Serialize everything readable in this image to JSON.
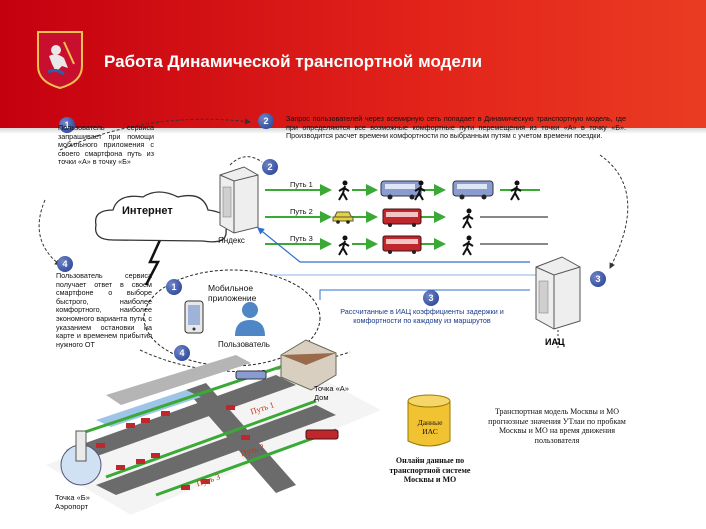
{
  "header": {
    "title": "Работа Динамической транспортной модели"
  },
  "steps": {
    "n1": "1",
    "n2": "2",
    "n3": "3",
    "n4": "4"
  },
  "texts": {
    "step1_text": "Пользователь сервиса запрашивает при помощи мобильного приложения с своего смартфона путь из точки «А» в точку «Б»",
    "step2_text": "Запрос пользователей через всемирную сеть попадает в Динамическую транспортную модель, где при определяются все возможные комфортные пути перемещения из точки «А» в точку «Б». Производится расчет времени комфортности по выбранным путям с учетом времени поездки.",
    "step4_text": "Пользователь сервиса получает ответ в своем смартфоне о выборе быстрого, наиболее комфортного, наиболее экономного варианта пути, с указанием остановки на карте и временем прибытия нужного ОТ",
    "coeff_text": "Рассчитанные в ИАЦ коэффициенты задержки и комфортности по каждому из маршрутов",
    "internet": "Интернет",
    "yandex": "Яндекс",
    "mobile_app": "Мобильное приложение",
    "user": "Пользователь",
    "iac": "ИАЦ",
    "data_iac": "Данные ИАС",
    "online_data": "Онлайн данные по транспортной системе Москвы и МО",
    "model_text": "Транспортная модель Москвы и МО прогнозные значения УТлаи по пробкам Москвы и МО на время движения пользователя",
    "point_a": "Точка «А» Дом",
    "point_b": "Точка «Б» Аэропорт"
  },
  "paths": [
    "Путь 1",
    "Путь 2",
    "Путь 3"
  ],
  "map_paths": [
    "Путь 1",
    "Путь 2",
    "Путь 3"
  ],
  "colors": {
    "header": "#d9211a",
    "step": "#1f3a8f",
    "arrow_green": "#3aa935",
    "bus": "#7c8ec4",
    "tram": "#c0272d",
    "taxi": "#e6d23a"
  }
}
